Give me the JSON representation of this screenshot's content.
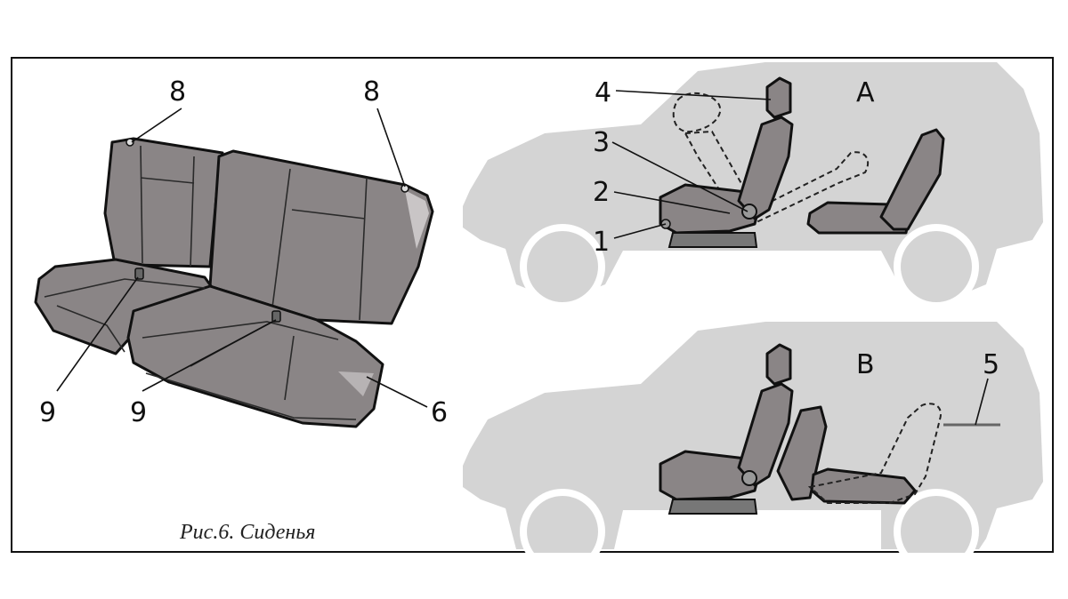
{
  "caption": "Рис.6. Сиденья",
  "views": {
    "a": "A",
    "b": "B"
  },
  "callouts": {
    "c1": "1",
    "c2": "2",
    "c3": "3",
    "c4": "4",
    "c5": "5",
    "c6": "6",
    "c8_left": "8",
    "c8_right": "8",
    "c9_left": "9",
    "c9_right": "9"
  },
  "colors": {
    "seat": "#8a8586",
    "car_silhouette": "#d4d4d4",
    "outline": "#111111"
  }
}
